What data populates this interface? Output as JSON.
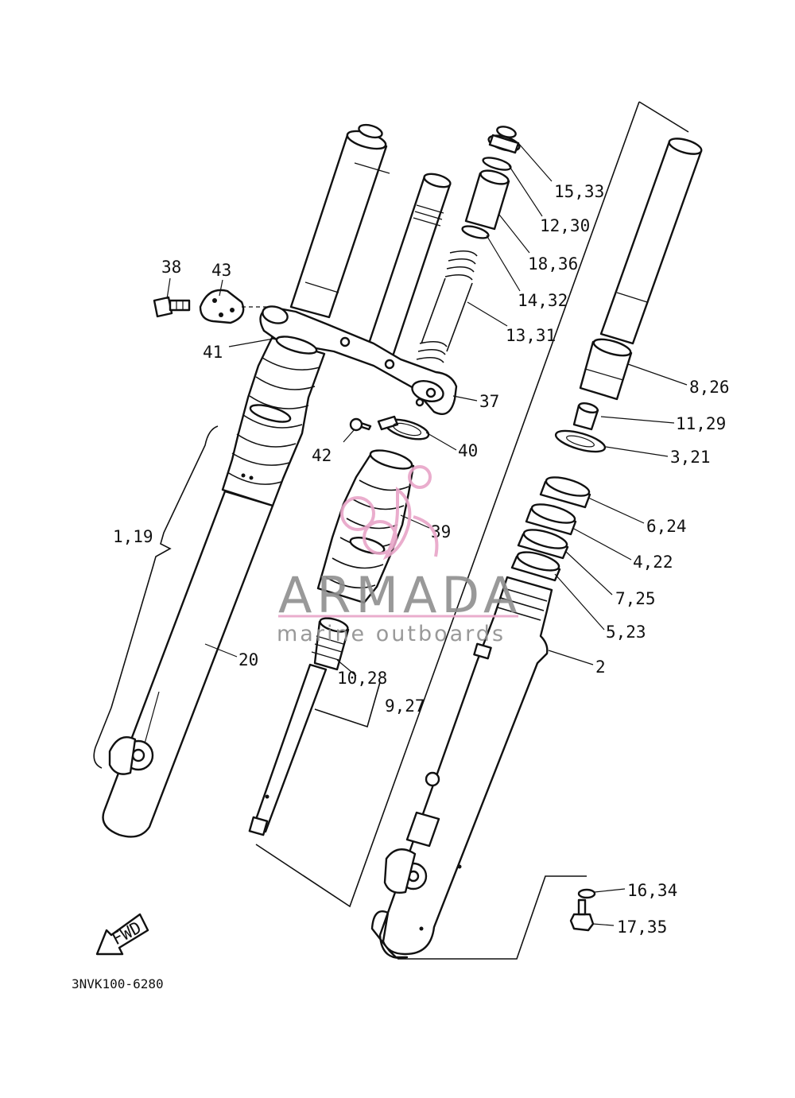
{
  "diagram": {
    "drawing_code": "3NVK100-6280",
    "fwd_label": "FWD",
    "callouts": [
      {
        "id": "c-15-33",
        "label": "15,33"
      },
      {
        "id": "c-12-30",
        "label": "12,30"
      },
      {
        "id": "c-18-36",
        "label": "18,36"
      },
      {
        "id": "c-14-32",
        "label": "14,32"
      },
      {
        "id": "c-13-31",
        "label": "13,31"
      },
      {
        "id": "c-38",
        "label": "38"
      },
      {
        "id": "c-43",
        "label": "43"
      },
      {
        "id": "c-41",
        "label": "41"
      },
      {
        "id": "c-37",
        "label": "37"
      },
      {
        "id": "c-42",
        "label": "42"
      },
      {
        "id": "c-40",
        "label": "40"
      },
      {
        "id": "c-8-26",
        "label": "8,26"
      },
      {
        "id": "c-11-29",
        "label": "11,29"
      },
      {
        "id": "c-3-21",
        "label": "3,21"
      },
      {
        "id": "c-6-24",
        "label": "6,24"
      },
      {
        "id": "c-4-22",
        "label": "4,22"
      },
      {
        "id": "c-7-25",
        "label": "7,25"
      },
      {
        "id": "c-5-23",
        "label": "5,23"
      },
      {
        "id": "c-39",
        "label": "39"
      },
      {
        "id": "c-1-19",
        "label": "1,19"
      },
      {
        "id": "c-20",
        "label": "20"
      },
      {
        "id": "c-10-28",
        "label": "10,28"
      },
      {
        "id": "c-9-27",
        "label": "9,27"
      },
      {
        "id": "c-2",
        "label": "2"
      },
      {
        "id": "c-16-34",
        "label": "16,34"
      },
      {
        "id": "c-17-35",
        "label": "17,35"
      }
    ]
  },
  "watermark": {
    "word": "ARMADA",
    "tagline": "marine outboards",
    "color": "#e8a5c8",
    "text_color": "#8f8f8f"
  }
}
